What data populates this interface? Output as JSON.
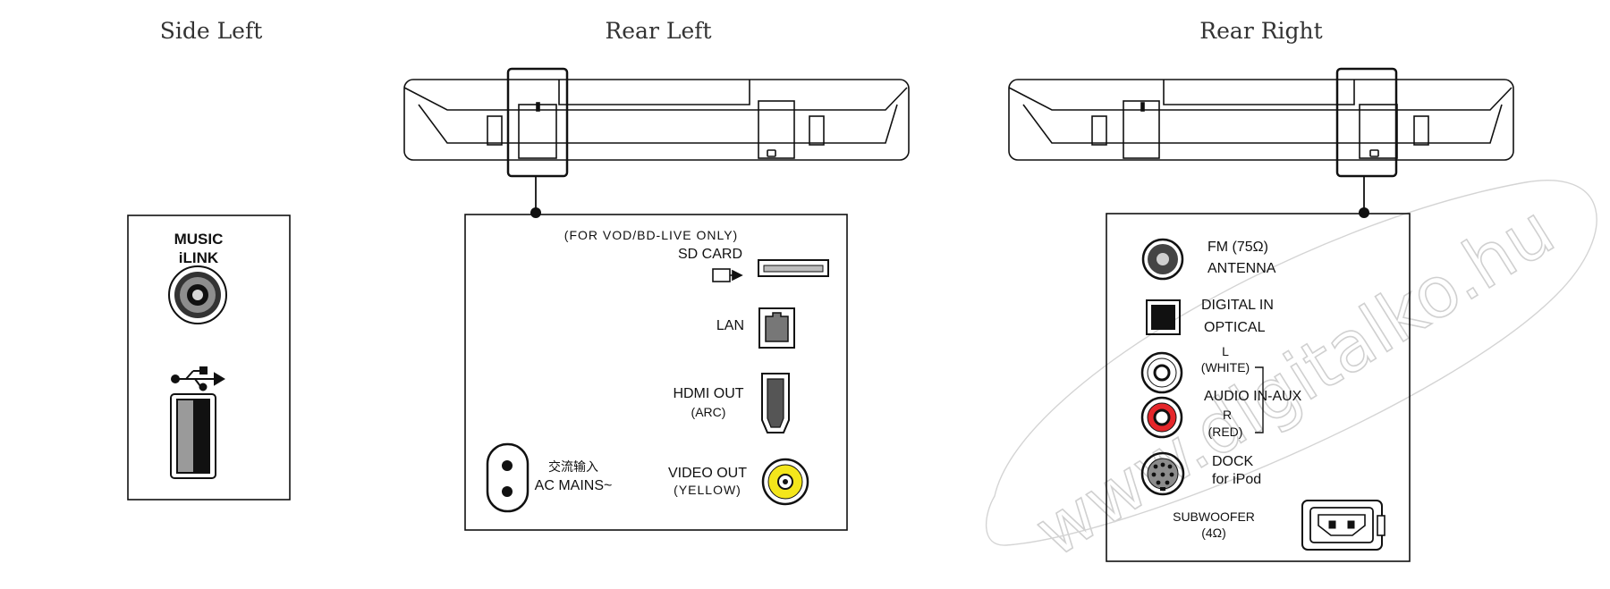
{
  "views": {
    "side_left": "Side Left",
    "rear_left": "Rear Left",
    "rear_right": "Rear Right"
  },
  "side_panel": {
    "music_ilink_1": "MUSIC",
    "music_ilink_2": "iLINK"
  },
  "left_panel": {
    "for_vod": "(FOR VOD/BD-LIVE ONLY)",
    "sd_card": "SD CARD",
    "lan": "LAN",
    "hdmi_out": "HDMI OUT",
    "hdmi_arc": "(ARC)",
    "ac_mains_cn": "交流输入",
    "ac_mains": "AC MAINS~",
    "video_out": "VIDEO OUT",
    "video_yellow": "(YELLOW)"
  },
  "right_panel": {
    "fm": "FM (75Ω)",
    "antenna": "ANTENNA",
    "digital_in": "DIGITAL IN",
    "optical": "OPTICAL",
    "audio_l": "L",
    "audio_white": "(WHITE)",
    "audio_in_aux": "AUDIO IN-AUX",
    "audio_r": "R",
    "audio_red": "(RED)",
    "dock": "DOCK",
    "for_ipod": "for iPod",
    "subwoofer": "SUBWOOFER",
    "subwoofer_ohm": "(4Ω)"
  },
  "watermark": "www.digitalko.hu",
  "colors": {
    "line": "#111111",
    "rca_red": "#e5262a",
    "rca_yellow": "#f4e61b",
    "usb_grey": "#9a9a9a"
  }
}
